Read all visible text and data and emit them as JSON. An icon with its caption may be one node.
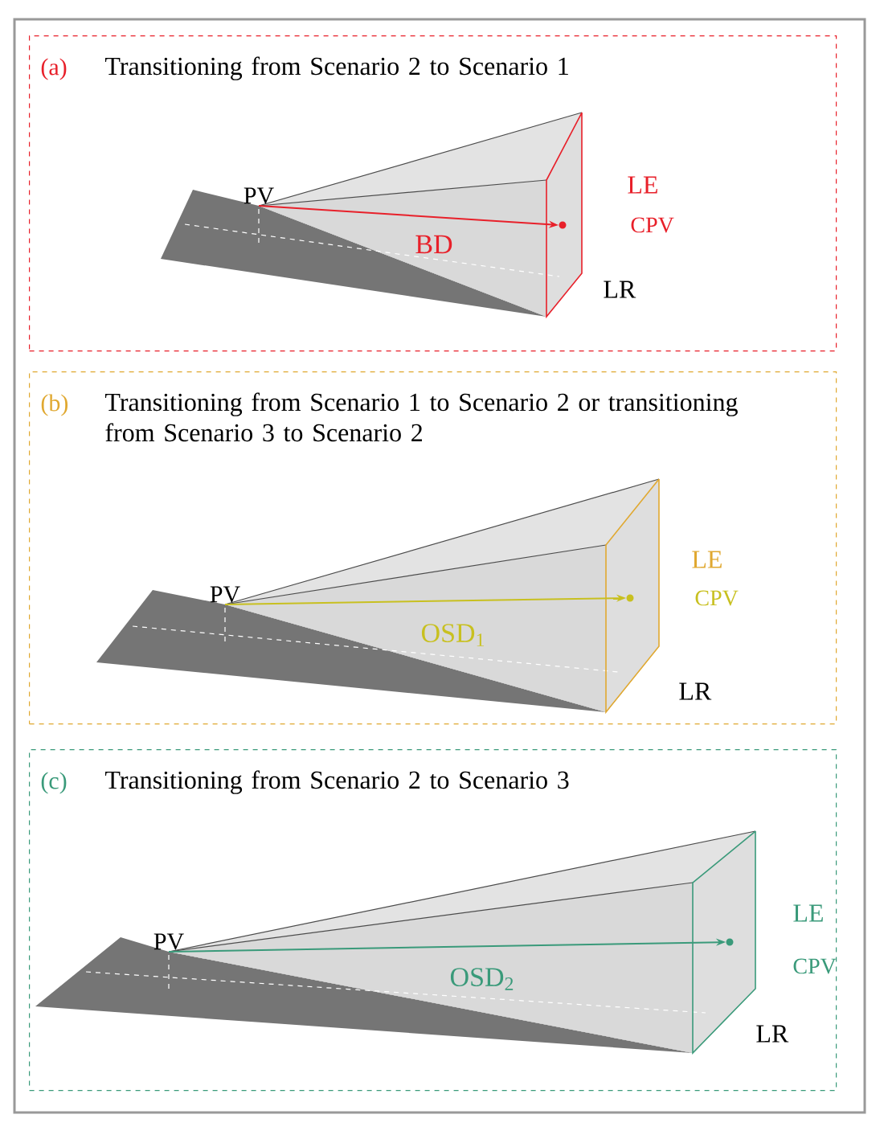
{
  "diagram": {
    "nodes": [
      {
        "text": [
          "(a)",
          "Transitioning from Scenario 2 to Scenario 1"
        ]
      },
      {
        "text": [
          "PV"
        ],
        "in": 0
      },
      {
        "text": [],
        "shape": "circle",
        "in": 0
      },
      {
        "text": [
          "(b)",
          "Transitioning from Scenario 1 to Scenario 2 or transitioning from Scenario 3 to Scenario 2"
        ]
      },
      {
        "text": [
          "PV"
        ],
        "in": 3
      },
      {
        "text": [],
        "shape": "circle",
        "in": 3
      },
      {
        "text": [
          "(c)",
          "Transitioning from Scenario 2 to Scenario 3"
        ]
      },
      {
        "text": [
          "PV"
        ],
        "in": 6
      },
      {
        "text": [],
        "shape": "circle",
        "in": 6
      }
    ],
    "edges": [
      {
        "from": 1,
        "to": 2,
        "arrow": "to",
        "label": "BD",
        "color": "#e8202a"
      },
      {
        "from": 4,
        "to": 5,
        "arrow": "to",
        "label": "OSD$_{1}$",
        "color": "#c8c020"
      },
      {
        "from": 7,
        "to": 8,
        "arrow": "to",
        "label": "OSD$_{2}$",
        "color": "#3a9a7a"
      }
    ],
    "labels": [
      "LE",
      "CPV",
      "LR",
      "LE",
      "CPV",
      "LR",
      "LE",
      "CPV",
      "LR"
    ]
  }
}
